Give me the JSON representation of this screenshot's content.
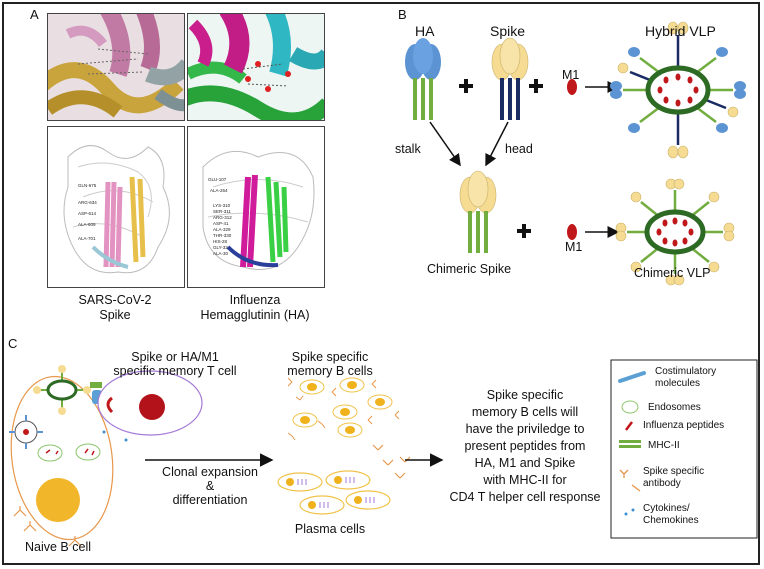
{
  "panels": {
    "a": "A",
    "b": "B",
    "c": "C"
  },
  "panel_a": {
    "caption_left_line1": "SARS-CoV-2",
    "caption_left_line2": "Spike",
    "caption_right_line1": "Influenza",
    "caption_right_line2": "Hemagglutinin (HA)",
    "spike_residues": [
      "GLN-675",
      "ARG-634",
      "ASP-614",
      "ALA-609",
      "ALA-701"
    ],
    "ha_residues": [
      "GLU-107",
      "ALA-264",
      "LYS-310",
      "SER-311",
      "ARG-312",
      "ASP-41",
      "ALA-329",
      "THR-330",
      "HIS-28",
      "GLY-33",
      "ALA-30"
    ]
  },
  "panel_b": {
    "ha_label": "HA",
    "spike_label": "Spike",
    "m1_label_top": "M1",
    "hybrid_vlp_label": "Hybrid VLP",
    "stalk_label": "stalk",
    "head_label": "head",
    "chimeric_spike_label": "Chimeric Spike",
    "m1_label_bottom": "M1",
    "chimeric_vlp_label": "Chimeric VLP",
    "colors": {
      "ha_head": "#5b93d3",
      "stalk": "#72ad3f",
      "spike_head": "#f6dc93",
      "spike_stalk": "#1a2c63",
      "m1": "#c0171b",
      "vlp_ring": "#2d6b24"
    }
  },
  "panel_c": {
    "memory_t_line1": "Spike or HA/M1",
    "memory_t_line2": "specific memory T cell",
    "memory_b_line1": "Spike specific",
    "memory_b_line2": "memory B cells",
    "clonal_line1": "Clonal expansion",
    "clonal_line2": "&",
    "clonal_line3": "differentiation",
    "plasma_label": "Plasma cells",
    "naive_label": "Naive B cell",
    "statement": [
      "Spike specific",
      "memory B cells will",
      "have the priviledge to",
      "present peptides from",
      "HA, M1 and Spike",
      "with MHC-II for",
      "CD4 T helper cell response"
    ],
    "legend": [
      {
        "icon": "costim-icon",
        "line1": "Costimulatory",
        "line2": "molecules"
      },
      {
        "icon": "endosome-icon",
        "line1": "Endosomes",
        "line2": ""
      },
      {
        "icon": "peptide-icon",
        "line1": "Influenza peptides",
        "line2": ""
      },
      {
        "icon": "mhc-icon",
        "line1": "MHC-II",
        "line2": ""
      },
      {
        "icon": "antibody-icon",
        "line1": "Spike specific",
        "line2": "antibody"
      },
      {
        "icon": "cytokine-icon",
        "line1": "Cytokines/",
        "line2": "Chemokines"
      }
    ]
  }
}
